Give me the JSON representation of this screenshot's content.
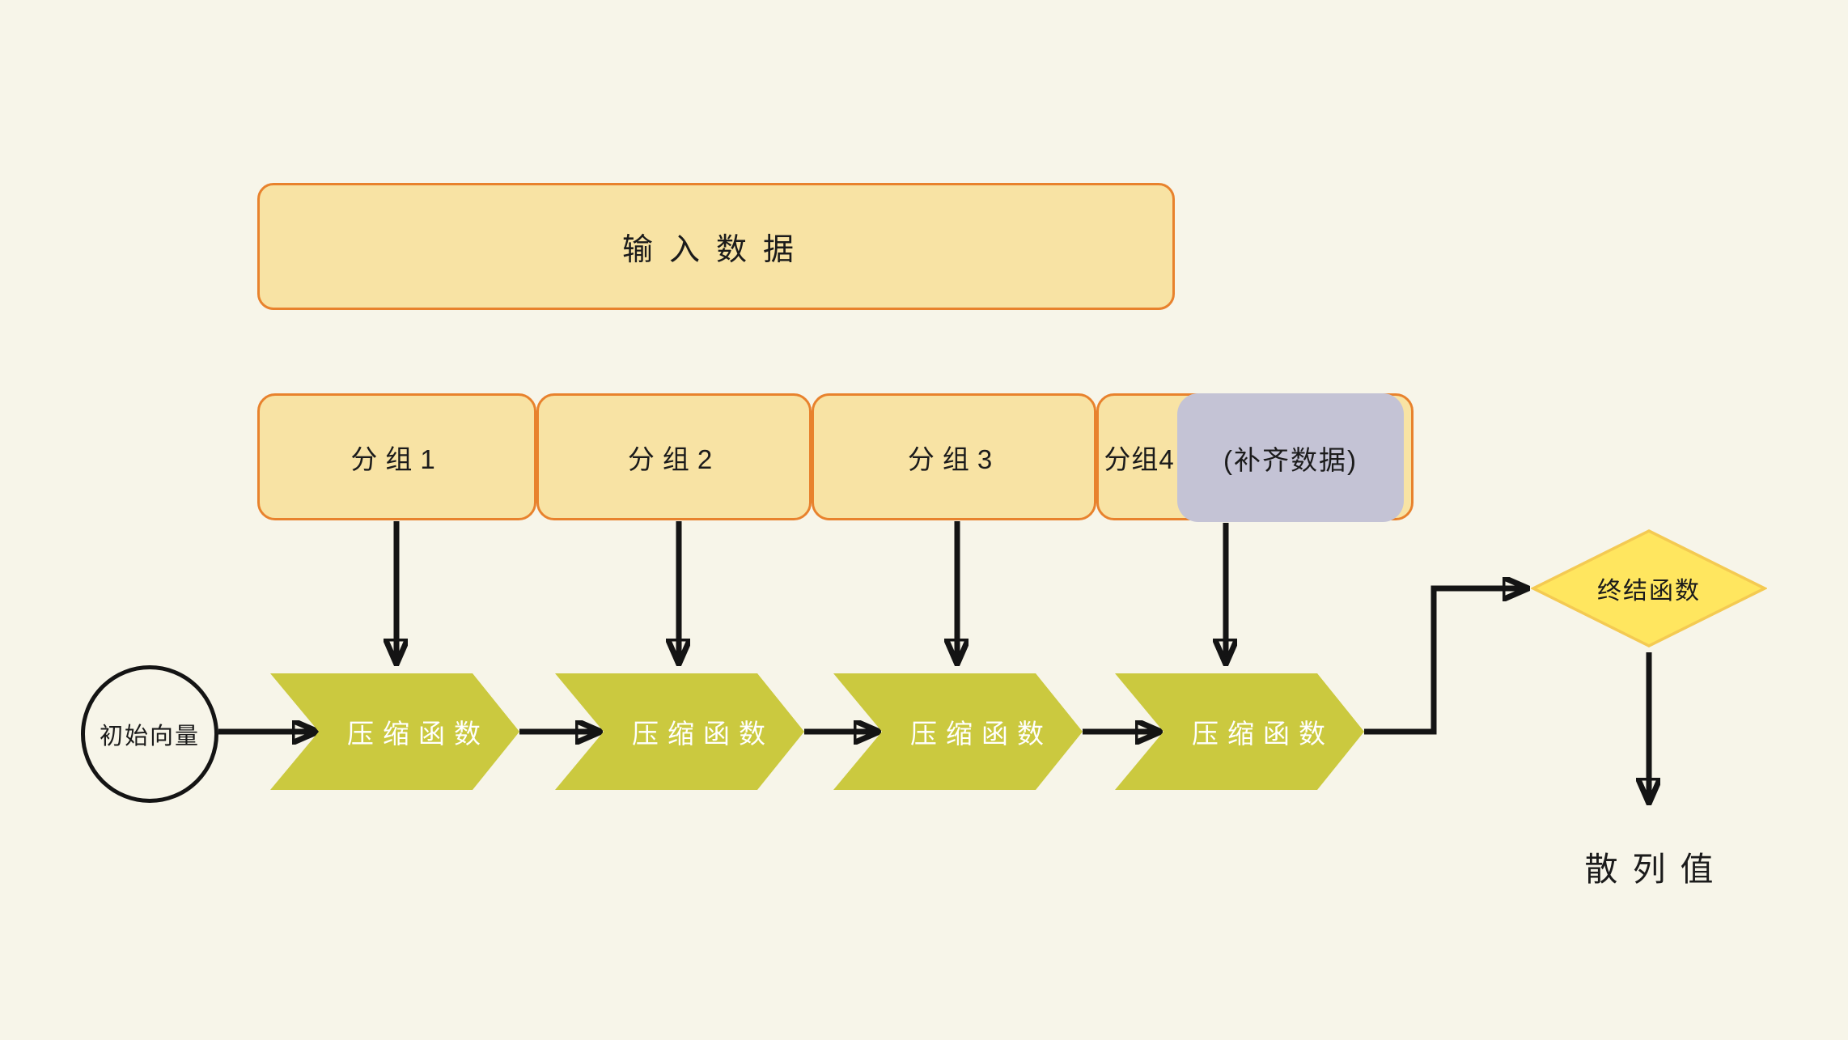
{
  "diagram": {
    "nodes": {
      "input": {
        "label": "输入数据"
      },
      "groups": [
        {
          "label": "分组1"
        },
        {
          "label": "分组2"
        },
        {
          "label": "分组3"
        },
        {
          "label": "分组4"
        }
      ],
      "padding": {
        "label": "(补齐数据)"
      },
      "initial_vector": {
        "label": "初始向量"
      },
      "compressions": [
        {
          "label": "压缩函数"
        },
        {
          "label": "压缩函数"
        },
        {
          "label": "压缩函数"
        },
        {
          "label": "压缩函数"
        }
      ],
      "final_function": {
        "label": "终结函数"
      },
      "hash_value": {
        "label": "散列值"
      }
    },
    "colors": {
      "background": "#f7f5e9",
      "box_fill": "#f8e3a4",
      "box_border": "#e8822d",
      "padding_fill": "#c4c3d5",
      "chevron_fill": "#cbc93f",
      "chevron_text": "#ffffff",
      "diamond_fill": "#ffe65f",
      "diamond_border": "#f4ca52",
      "connector": "#141414",
      "text": "#1b1b1b"
    }
  }
}
